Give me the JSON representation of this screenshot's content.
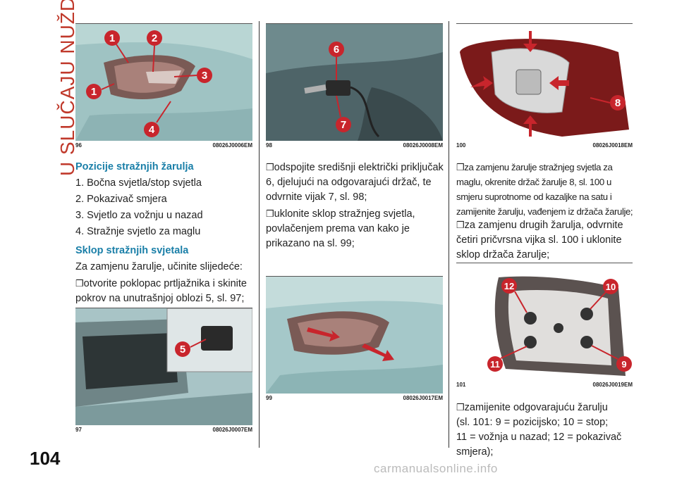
{
  "side_title": "U SLUČAJU NUŽDE",
  "page_number": "104",
  "watermark": "carmanualsonline.info",
  "bullet": "❒",
  "figures": {
    "f96": {
      "num": "96",
      "code": "08026J0006EM",
      "callouts": [
        "1",
        "2",
        "3",
        "1",
        "4"
      ]
    },
    "f97": {
      "num": "97",
      "code": "08026J0007EM",
      "callouts": [
        "5"
      ]
    },
    "f98": {
      "num": "98",
      "code": "08026J0008EM",
      "callouts": [
        "6",
        "7"
      ]
    },
    "f99": {
      "num": "99",
      "code": "08026J0017EM"
    },
    "f100": {
      "num": "100",
      "code": "08026J0018EM",
      "callouts": [
        "8"
      ]
    },
    "f101": {
      "num": "101",
      "code": "08026J0019EM",
      "callouts": [
        "12",
        "10",
        "11",
        "9"
      ]
    }
  },
  "col1": {
    "heading1": "Pozicije stražnjih žarulja",
    "items": [
      "1. Bočna svjetla/stop svjetla",
      "2. Pokazivač smjera",
      "3. Svjetlo za vožnju u nazad",
      "4. Stražnje svjetlo za maglu"
    ],
    "heading2": "Sklop stražnjih svjetala",
    "intro": "Za zamjenu žarulje, učinite slijedeće:",
    "step1_l1": "otvorite poklopac prtljažnika i skinite",
    "step1_l2": "pokrov na unutrašnjoj oblozi 5, sl. 97;"
  },
  "col2": {
    "s1_l1": "odspojite središnji električki priključak",
    "s1_l2": "6, djelujući na odgovarajući držač, te",
    "s1_l3": "odvrnite vijak 7, sl. 98;",
    "s2_l1": "uklonite sklop stražnjeg svjetla,",
    "s2_l2": "povlačenjem prema van kako je",
    "s2_l3": "prikazano na sl. 99;"
  },
  "col3": {
    "a_l1": "za zamjenu žarulje stražnjeg svjetla za",
    "a_l2": "maglu, okrenite držač žarulje 8, sl. 100 u",
    "a_l3": "smjeru suprotnome od kazaljke na satu i",
    "a_l4": "zamijenite žarulju, vađenjem iz držača žarulje;",
    "b_l1": "za zamjenu drugih žarulja, odvrnite",
    "b_l2": "četiri pričvrsna vijka sl. 100 i uklonite",
    "b_l3": "sklop držača žarulje;",
    "c_l1": "zamijenite odgovarajuću žarulju",
    "c_l2": "(sl. 101: 9 = pozicijsko; 10 = stop;",
    "c_l3": "11 = vožnja u nazad; 12 = pokazivač",
    "c_l4": "smjera);"
  },
  "colors": {
    "heading": "#1a7fa8",
    "side_title": "#c0392b",
    "callout": "#c8252c"
  }
}
